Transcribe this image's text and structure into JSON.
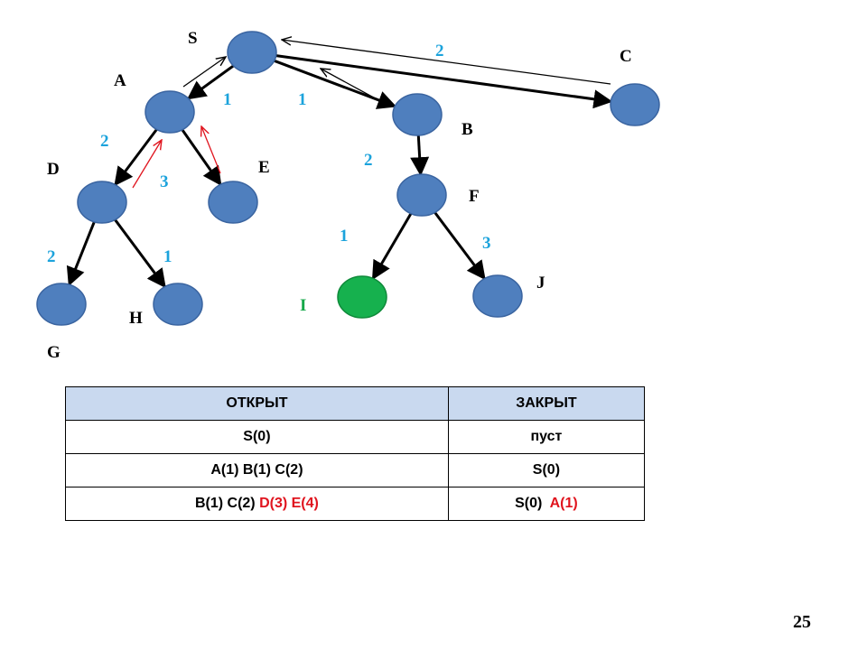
{
  "graph": {
    "nodes": [
      {
        "id": "S",
        "label": "S",
        "goal": false
      },
      {
        "id": "A",
        "label": "A",
        "goal": false
      },
      {
        "id": "B",
        "label": "B",
        "goal": false
      },
      {
        "id": "C",
        "label": "C",
        "goal": false
      },
      {
        "id": "D",
        "label": "D",
        "goal": false
      },
      {
        "id": "E",
        "label": "E",
        "goal": false
      },
      {
        "id": "F",
        "label": "F",
        "goal": false
      },
      {
        "id": "G",
        "label": "G",
        "goal": false
      },
      {
        "id": "H",
        "label": "H",
        "goal": false
      },
      {
        "id": "I",
        "label": "I",
        "goal": true
      },
      {
        "id": "J",
        "label": "J",
        "goal": false
      }
    ],
    "edges": [
      {
        "from": "S",
        "to": "A",
        "weight": "1"
      },
      {
        "from": "S",
        "to": "B",
        "weight": "1"
      },
      {
        "from": "S",
        "to": "C",
        "weight": "2"
      },
      {
        "from": "A",
        "to": "D",
        "weight": "2"
      },
      {
        "from": "A",
        "to": "E",
        "weight": "3"
      },
      {
        "from": "B",
        "to": "F",
        "weight": "2"
      },
      {
        "from": "D",
        "to": "G",
        "weight": "2"
      },
      {
        "from": "D",
        "to": "H",
        "weight": "1"
      },
      {
        "from": "F",
        "to": "I",
        "weight": "1"
      },
      {
        "from": "F",
        "to": "J",
        "weight": "3"
      }
    ],
    "colors": {
      "node_fill": "#4f7fbe",
      "node_stroke": "#3a64a0",
      "goal_fill": "#16b14e",
      "edge": "#000000",
      "weight_text": "#1ca3dc",
      "goal_text": "#16a84a",
      "highlight": "#e0141e"
    }
  },
  "table": {
    "headers": [
      "ОТКРЫТ",
      "ЗАКРЫТ"
    ],
    "rows": [
      [
        [
          {
            "text": "S(0)",
            "color": "black"
          }
        ],
        [
          {
            "text": "пуст",
            "color": "black"
          }
        ]
      ],
      [
        [
          {
            "text": "A(1) B(1) C(2)",
            "color": "black"
          }
        ],
        [
          {
            "text": "S(0)",
            "color": "black"
          }
        ]
      ],
      [
        [
          {
            "text": "B(1) C(2) ",
            "color": "black"
          },
          {
            "text": "D(3) E(4)",
            "color": "red"
          }
        ],
        [
          {
            "text": "S(0)  ",
            "color": "black"
          },
          {
            "text": "A(1)",
            "color": "red"
          }
        ]
      ]
    ]
  },
  "page_number": "25"
}
